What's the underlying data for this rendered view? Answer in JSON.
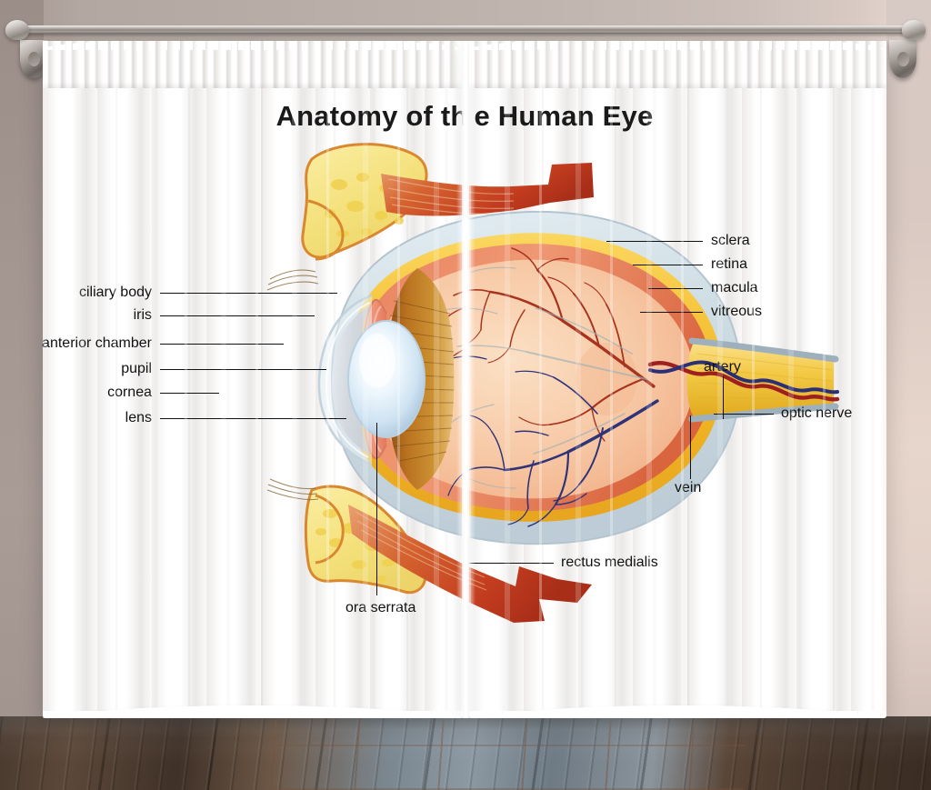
{
  "product": {
    "type": "window-curtain-panels",
    "panel_count": 2
  },
  "artwork": {
    "title_part_1": "Anatomy of th",
    "title_part_2": "e Human Eye",
    "title_full": "Anatomy of the Human Eye"
  },
  "labels": {
    "left": [
      {
        "text": "ciliary body",
        "id": "ciliary-body"
      },
      {
        "text": "iris",
        "id": "iris"
      },
      {
        "text": "anterior chamber",
        "id": "anterior-chamber"
      },
      {
        "text": "pupil",
        "id": "pupil"
      },
      {
        "text": "cornea",
        "id": "cornea"
      },
      {
        "text": "lens",
        "id": "lens"
      }
    ],
    "right": [
      {
        "text": "sclera",
        "id": "sclera"
      },
      {
        "text": "retina",
        "id": "retina"
      },
      {
        "text": "macula",
        "id": "macula"
      },
      {
        "text": "vitreous",
        "id": "vitreous"
      },
      {
        "text": "optic nerve",
        "id": "optic-nerve"
      }
    ],
    "callouts": [
      {
        "text": "artery",
        "id": "artery"
      },
      {
        "text": "vein",
        "id": "vein"
      },
      {
        "text": "ora serrata",
        "id": "ora-serrata"
      },
      {
        "text": "rectus medialis",
        "id": "rectus-medialis"
      }
    ]
  },
  "colors": {
    "wall": "#b3a7a1",
    "wall_right": "#e0d0c7",
    "curtain": "#ffffff",
    "floor_dark": "#4a3a2f",
    "floor_reflection": "#8c98a2",
    "rod_metal": "#b9b2ac",
    "title_text": "#1a1a1a",
    "label_text": "#111111",
    "sclera": "#cfdde4",
    "choroid": "#f5c33a",
    "retina": "#e8825f",
    "vitreous": "#f7c9a6",
    "ciliary_body": "#a8601d",
    "lens": "#cfe3f2",
    "anterior_chamber": "#b9b9bd",
    "fat_tissue": "#f6e27a",
    "muscle": "#c63e24",
    "artery": "#9e1f1f",
    "vein": "#2b2f78",
    "optic_nerve": "#f0c33c"
  }
}
